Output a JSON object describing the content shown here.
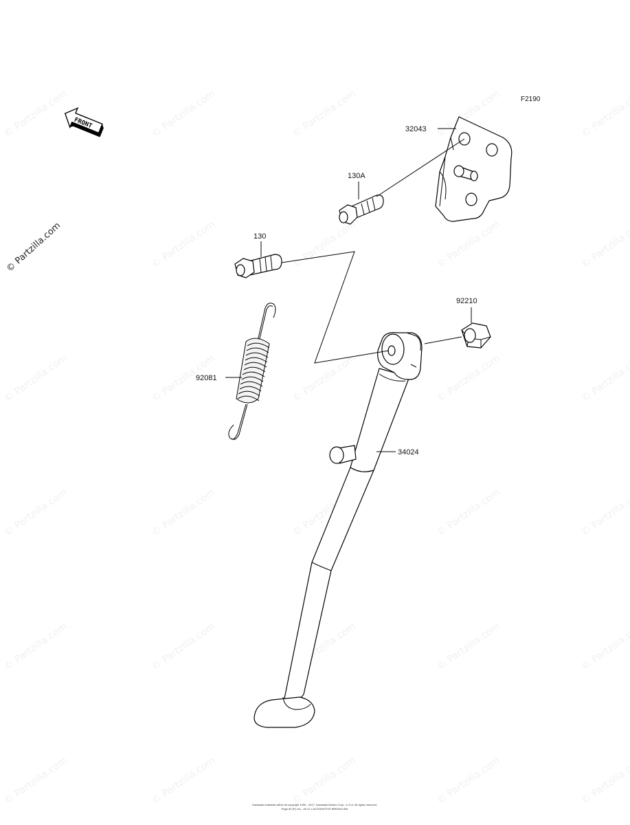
{
  "figure_code": "F2190",
  "front_label": "FRONT",
  "watermark": "© Partzilla.com",
  "parts": {
    "bracket": "32043",
    "bolt_a": "130A",
    "bolt": "130",
    "nut": "92210",
    "spring": "92081",
    "stand": "34024"
  },
  "footer": {
    "line1": "Kawasaki materials within all copyright 1995 - 2017, Kawasaki Motors Corp., U.S.A. All rights reserved.",
    "line2": "Page 69 (P) xxx - All 12 x AUTOMOTIVE BREAK/LINK"
  }
}
